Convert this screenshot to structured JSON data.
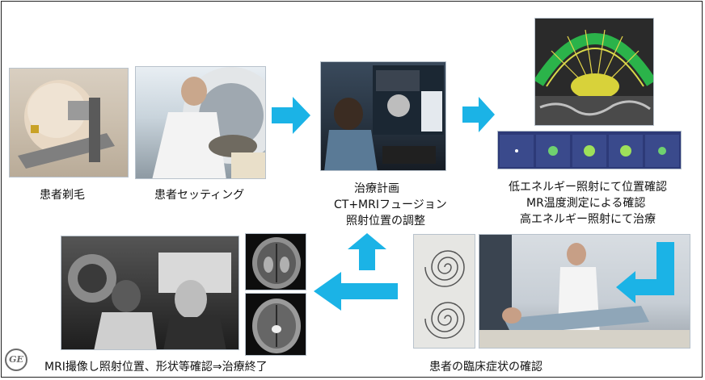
{
  "captions": {
    "shaving": "患者剃毛",
    "setting": "患者セッティング",
    "planning_title": "治療計画",
    "planning_line2": "CT+MRIフュージョン",
    "planning_line3": "照射位置の調整",
    "confirm_line1": "低エネルギー照射にて位置確認",
    "confirm_line2": "MR温度測定による確認",
    "confirm_line3": "高エネルギー照射にて治療",
    "clinical_check": "患者の臨床症状の確認",
    "final": "MRI撮像し照射位置、形状等確認⇒治療終了"
  },
  "logo_text": "GE",
  "colors": {
    "arrow": "#1bb3e6",
    "text": "#111111",
    "border": "#222222"
  }
}
